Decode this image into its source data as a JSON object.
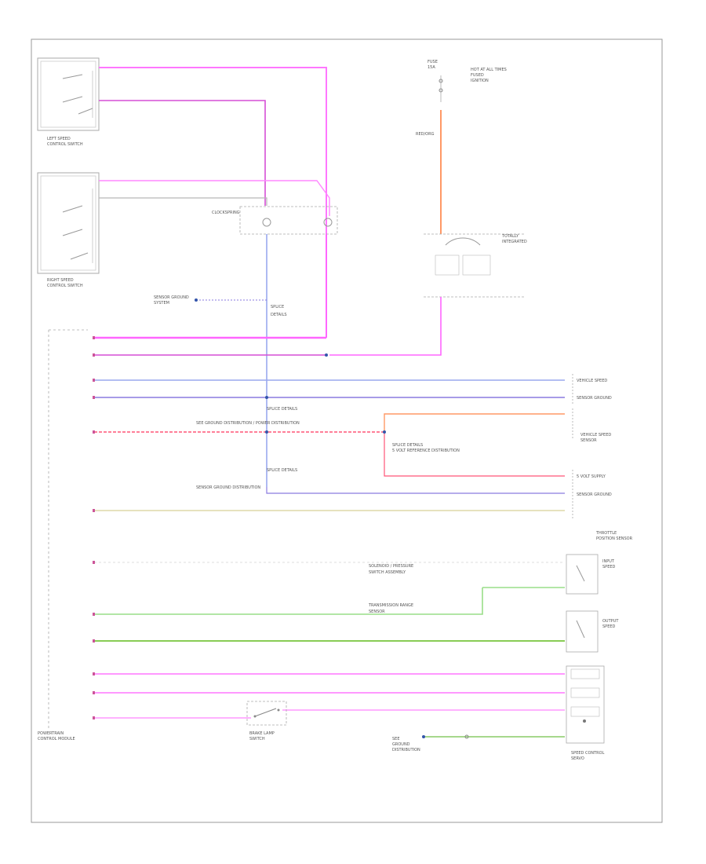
{
  "diagram": {
    "colors": {
      "pink": "#ff66ff",
      "magenta": "#d64fd6",
      "blue": "#9aa8ee",
      "purple": "#8a7adf",
      "orange": "#ff9966",
      "red": "#ff5577",
      "green": "#99dd88",
      "yellow": "#ddd8a8",
      "gray": "#b8b8b8",
      "frame": "#999999"
    },
    "footer": "",
    "components": [
      {
        "id": "left-speed-control-switch",
        "label": ""
      },
      {
        "id": "right-speed-control-switch",
        "label": ""
      },
      {
        "id": "clockspring",
        "label": ""
      },
      {
        "id": "fuse-block",
        "label": ""
      },
      {
        "id": "totally-integrated-power-module",
        "label": ""
      },
      {
        "id": "powertrain-control-module",
        "label": ""
      },
      {
        "id": "vehicle-speed-sensor",
        "label": ""
      },
      {
        "id": "throttle-position-sensor",
        "label": ""
      },
      {
        "id": "input-speed-sensor",
        "label": ""
      },
      {
        "id": "output-speed-sensor",
        "label": ""
      },
      {
        "id": "brake-lamp-switch",
        "label": ""
      },
      {
        "id": "speed-control-servo",
        "label": ""
      }
    ]
  }
}
